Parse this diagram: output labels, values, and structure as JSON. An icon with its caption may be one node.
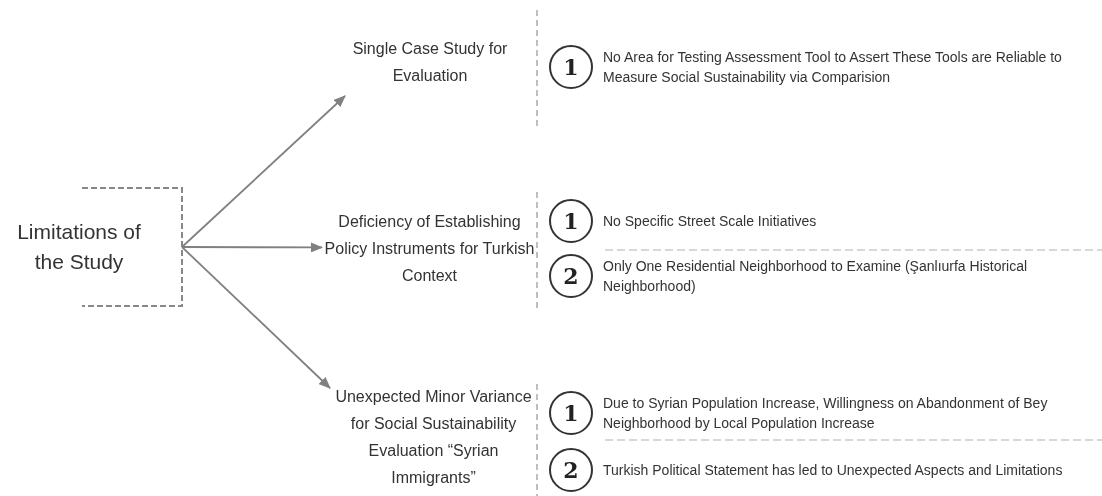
{
  "diagram": {
    "nodes": [
      {
        "text": [
          "Limitations of the Study"
        ]
      },
      {
        "text": [
          "Single Case Study for Evaluation"
        ]
      },
      {
        "text": [
          "Deficiency of Establishing Policy Instruments for Turkish Context"
        ]
      },
      {
        "text": [
          "Unexpected Minor Variance for Social Sustainability Evaluation “Syrian Immigrants”"
        ]
      },
      {
        "text": [
          "1"
        ],
        "beside": [
          "No Area for Testing Assessment Tool to Assert These Tools are Reliable to Measure Social Sustainability via Comparision"
        ]
      },
      {
        "text": [
          "1"
        ],
        "beside": [
          "No Specific Street Scale Initiatives"
        ]
      },
      {
        "text": [
          "2"
        ],
        "beside": [
          "Only One Residential Neighborhood to Examine (Şanlıurfa Historical Neighborhood)"
        ]
      },
      {
        "text": [
          "1"
        ],
        "beside": [
          "Due to Syrian Population Increase, Willingness on Abandonment of Bey Neighborhood by Local Population Increase"
        ]
      },
      {
        "text": [
          "2"
        ],
        "beside": [
          "Turkish Political Statement has led to Unexpected Aspects and Limitations"
        ]
      }
    ],
    "edges": [
      {
        "from": 0,
        "to": 1,
        "arrow": "to"
      },
      {
        "from": 0,
        "to": 2,
        "arrow": "to"
      },
      {
        "from": 0,
        "to": 3,
        "arrow": "to"
      }
    ]
  }
}
